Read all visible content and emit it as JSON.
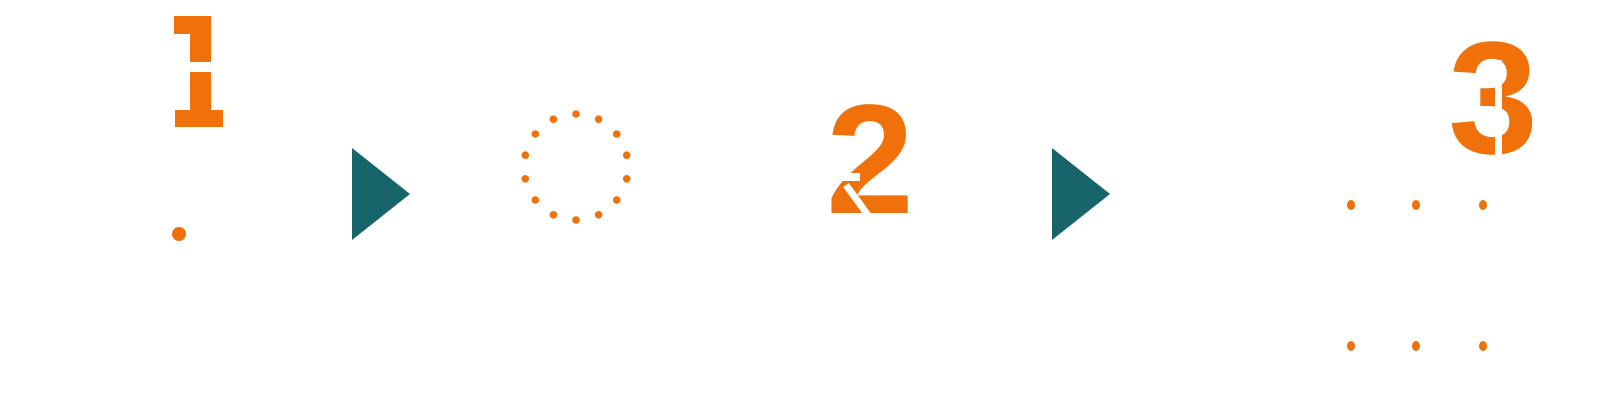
{
  "steps": [
    {
      "numeral": "1",
      "label": "step-one"
    },
    {
      "numeral": "2",
      "label": "step-two"
    },
    {
      "numeral": "3",
      "label": "step-three"
    }
  ],
  "colors": {
    "accent": "#F07009",
    "arrow": "#17646A",
    "background": "#FFFFFF"
  },
  "icons": [
    "single-dot-icon",
    "play-arrow-icon",
    "dot-ring-icon",
    "play-arrow-icon",
    "dot-grid-icon"
  ],
  "dot_ring_count": 14,
  "dot_grid": {
    "columns": 3,
    "rows": 2
  }
}
